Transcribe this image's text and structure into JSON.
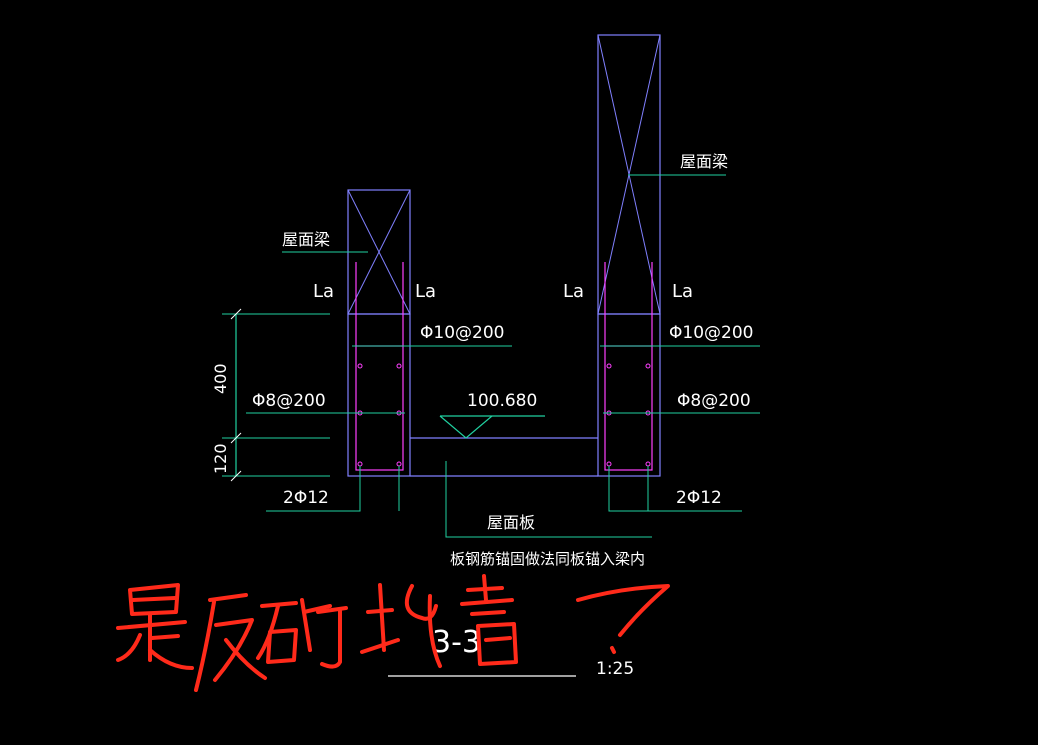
{
  "drawing": {
    "left_beam_label": "屋面梁",
    "right_beam_label": "屋面梁",
    "la_labels": [
      "La",
      "La",
      "La",
      "La"
    ],
    "left_stirrup": "Φ8@200",
    "right_stirrup": "Φ8@200",
    "left_top_bar": "Φ10@200",
    "right_top_bar": "Φ10@200",
    "left_bottom_bar": "2Φ12",
    "right_bottom_bar": "2Φ12",
    "elevation": "100.680",
    "dim_upper": "400",
    "dim_lower": "120",
    "slab_label": "屋面板",
    "slab_note": "板钢筋锚固做法同板锚入梁内",
    "section_label": "3-3",
    "scale": "1:25"
  },
  "annotation": {
    "handwritten_text": "是反砌墙？"
  },
  "colors": {
    "background": "#000000",
    "beam_outline": "#8080ff",
    "rebar": "#ff40ff",
    "leader": "#20d0a0",
    "text": "#ffffff",
    "annotation": "#ff2a1a"
  }
}
